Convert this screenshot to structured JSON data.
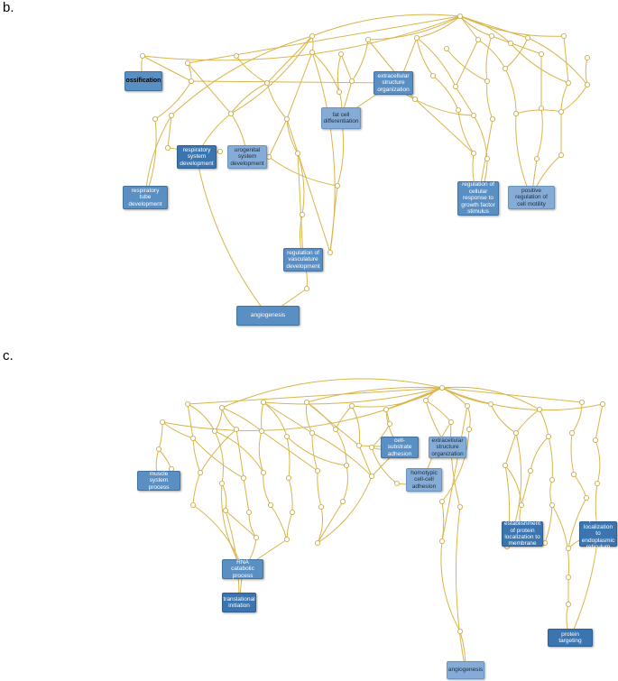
{
  "panels": [
    {
      "label": "b.",
      "nodes": [
        {
          "id": "ossification",
          "text": "ossification",
          "shade": "mid",
          "bold": true
        },
        {
          "id": "extracellular-structure-organization",
          "text": "extracellular structure organization",
          "shade": "mid"
        },
        {
          "id": "fat-cell-differentiation",
          "text": "fat cell differentiation",
          "shade": "light"
        },
        {
          "id": "respiratory-system-development",
          "text": "respiratory system development",
          "shade": "dark"
        },
        {
          "id": "urogenital-system-development",
          "text": "urogenital system development",
          "shade": "light"
        },
        {
          "id": "respiratory-tube-development",
          "text": "respiratory tube development",
          "shade": "mid"
        },
        {
          "id": "regulation-of-cellular-response-to-growth-factor-stimulus",
          "text": "regulation of cellular response to growth factor stimulus",
          "shade": "mid"
        },
        {
          "id": "positive-regulation-of-cell-motility",
          "text": "positive regulation of cell motility",
          "shade": "light"
        },
        {
          "id": "regulation-of-vasculature-development",
          "text": "regulation of vasculature development",
          "shade": "mid"
        },
        {
          "id": "angiogenesis",
          "text": "angiogenesis",
          "shade": "mid"
        }
      ]
    },
    {
      "label": "c.",
      "nodes": [
        {
          "id": "cell-substrate-adhesion",
          "text": "cell-substrate adhesion",
          "shade": "mid"
        },
        {
          "id": "extracellular-structure-organization",
          "text": "extracellular structure organization",
          "shade": "light"
        },
        {
          "id": "homotypic-cell-cell-adhesion",
          "text": "homotypic cell-cell adhesion",
          "shade": "light"
        },
        {
          "id": "muscle-system-process",
          "text": "muscle system process",
          "shade": "mid"
        },
        {
          "id": "establishment-of-protein-localization-to-membrane",
          "text": "establishment of protein localization to membrane",
          "shade": "dark"
        },
        {
          "id": "protein-localization-to-endoplasmic-reticulum",
          "text": "protein localization to endoplasmic reticulum",
          "shade": "dark"
        },
        {
          "id": "rna-catabolic-process",
          "text": "RNA catabolic process",
          "shade": "mid"
        },
        {
          "id": "translational-initiation",
          "text": "translational initiation",
          "shade": "dark"
        },
        {
          "id": "protein-targeting",
          "text": "protein targeting",
          "shade": "dark"
        },
        {
          "id": "angiogenesis",
          "text": "angiogenesis",
          "shade": "light"
        }
      ]
    }
  ],
  "colors": {
    "edge": "#d9b54a",
    "node_circle_fill": "#ffffff",
    "node_circle_stroke": "#c9a63e",
    "box_dark": "#3a75b0",
    "box_mid": "#5a8fc4",
    "box_light": "#85acd6"
  }
}
